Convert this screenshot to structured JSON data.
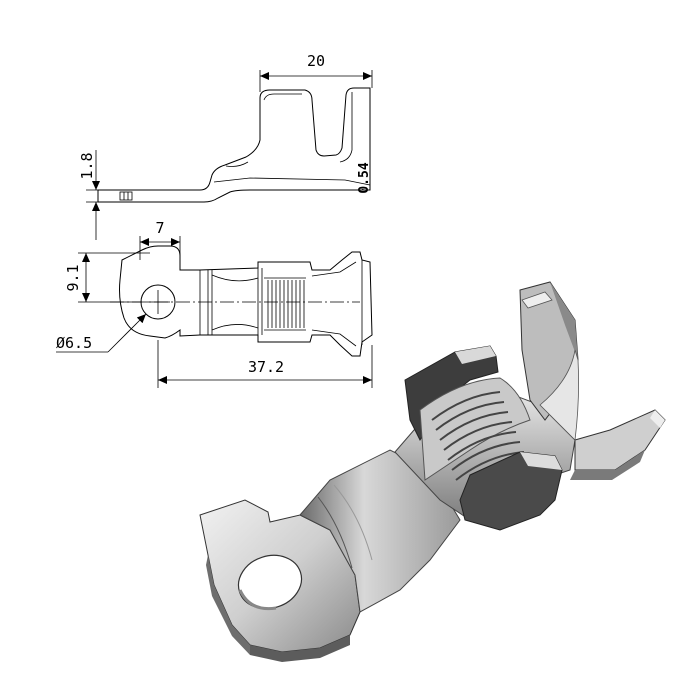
{
  "dimensions": {
    "width_top": "20",
    "thickness": "1.8",
    "tab_width": "7",
    "ring_height": "9.1",
    "hole_diameter": "Ø6.5",
    "total_length": "37.2",
    "side_note": "0.54"
  }
}
